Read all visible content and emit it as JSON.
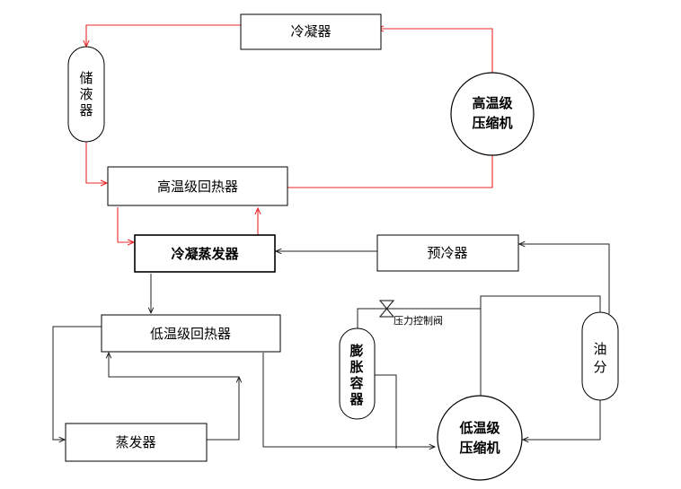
{
  "components": {
    "condenser": "冷凝器",
    "receiver": [
      "储",
      "液",
      "器"
    ],
    "ht_compressor": [
      "高温级",
      "压缩机"
    ],
    "ht_regenerator": "高温级回热器",
    "cond_evaporator": "冷凝蒸发器",
    "precooler": "预冷器",
    "lt_regenerator": "低温级回热器",
    "expansion_vessel": [
      "膨",
      "胀",
      "容",
      "器"
    ],
    "oil_separator": [
      "油",
      "分"
    ],
    "lt_compressor": [
      "低温级",
      "压缩机"
    ],
    "evaporator": "蒸发器"
  },
  "valve_label": "压力控制阀",
  "colors": {
    "high_temp_circuit": "#e8282a",
    "low_temp_circuit": "#222222",
    "outline": "#000000",
    "background": "#ffffff"
  }
}
